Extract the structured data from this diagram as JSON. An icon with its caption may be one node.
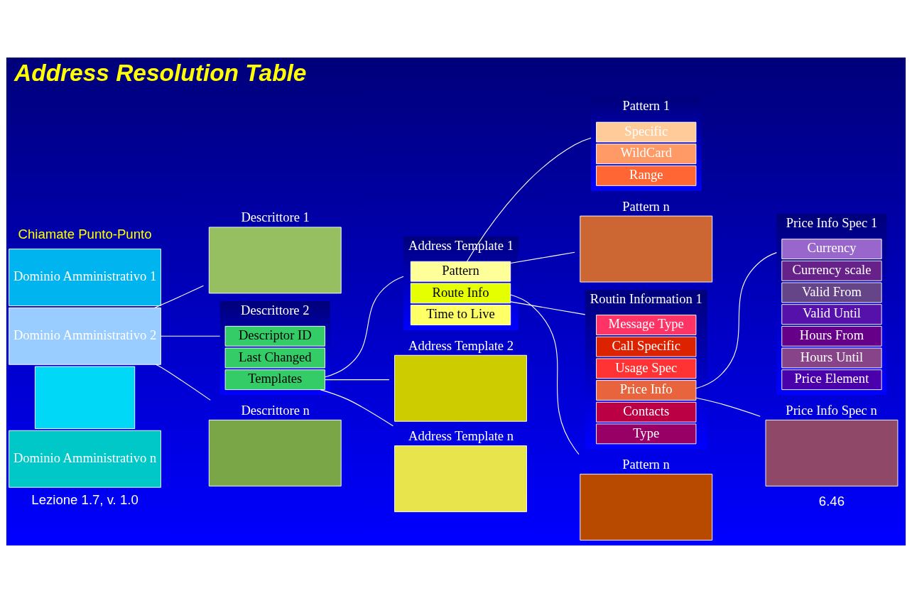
{
  "diagram": {
    "title": "Address Resolution Table",
    "nodes": [
      {
        "text": [
          "Dominio Amministrativo 1"
        ]
      },
      {
        "text": [
          "Dominio Amministrativo 2"
        ]
      },
      {
        "text": [],
        "shape": "box"
      },
      {
        "text": [
          "Dominio Amministrativo n"
        ]
      },
      {
        "text": [
          "Descrittore 1"
        ]
      },
      {
        "text": [
          "Descrittore 2"
        ]
      },
      {
        "text": [
          "Descriptor ID"
        ],
        "in": 5
      },
      {
        "text": [
          "Last Changed"
        ],
        "in": 5
      },
      {
        "text": [
          "Templates"
        ],
        "in": 5
      },
      {
        "text": [
          "Descrittore n"
        ]
      },
      {
        "text": [
          "Address Template 1"
        ]
      },
      {
        "text": [
          "Pattern"
        ],
        "in": 10
      },
      {
        "text": [
          "Route Info"
        ],
        "in": 10
      },
      {
        "text": [
          "Time to Live"
        ],
        "in": 10
      },
      {
        "text": [
          "Address Template 2"
        ]
      },
      {
        "text": [
          "Address Template n"
        ]
      },
      {
        "text": [
          "Pattern 1"
        ]
      },
      {
        "text": [
          "Specific"
        ],
        "in": 16
      },
      {
        "text": [
          "WildCard"
        ],
        "in": 16
      },
      {
        "text": [
          "Range"
        ],
        "in": 16
      },
      {
        "text": [
          "Pattern n"
        ]
      },
      {
        "text": [
          "Routin Information 1"
        ]
      },
      {
        "text": [
          "Message Type"
        ],
        "in": 21
      },
      {
        "text": [
          "Call Specific"
        ],
        "in": 21
      },
      {
        "text": [
          "Usage Spec"
        ],
        "in": 21
      },
      {
        "text": [
          "Price Info"
        ],
        "in": 21
      },
      {
        "text": [
          "Contacts"
        ],
        "in": 21
      },
      {
        "text": [
          "Type"
        ],
        "in": 21
      },
      {
        "text": [
          "Pattern n"
        ]
      },
      {
        "text": [
          "Price Info Spec 1"
        ]
      },
      {
        "text": [
          "Currency"
        ],
        "in": 29
      },
      {
        "text": [
          "Currency scale"
        ],
        "in": 29
      },
      {
        "text": [
          "Valid From"
        ],
        "in": 29
      },
      {
        "text": [
          "Valid Until"
        ],
        "in": 29
      },
      {
        "text": [
          "Hours From"
        ],
        "in": 29
      },
      {
        "text": [
          "Hours Until"
        ],
        "in": 29
      },
      {
        "text": [
          "Price Element"
        ],
        "in": 29
      },
      {
        "text": [
          "Price Info Spec n"
        ]
      }
    ],
    "edges": [
      {
        "from": 1,
        "to": 4,
        "arrow": "none"
      },
      {
        "from": 1,
        "to": 5,
        "arrow": "none"
      },
      {
        "from": 1,
        "to": 9,
        "arrow": "none"
      },
      {
        "from": 8,
        "to": 10,
        "arrow": "none"
      },
      {
        "from": 8,
        "to": 14,
        "arrow": "none"
      },
      {
        "from": 8,
        "to": 15,
        "arrow": "none"
      },
      {
        "from": 11,
        "to": 16,
        "arrow": "none"
      },
      {
        "from": 11,
        "to": 20,
        "arrow": "none"
      },
      {
        "from": 12,
        "to": 21,
        "arrow": "none"
      },
      {
        "from": 12,
        "to": 28,
        "arrow": "none"
      },
      {
        "from": 25,
        "to": 29,
        "arrow": "none"
      },
      {
        "from": 25,
        "to": 37,
        "arrow": "none"
      }
    ],
    "labels": [
      "Chiamate Punto-Punto",
      "Lezione 1.7, v. 1.0",
      "6.46"
    ]
  }
}
